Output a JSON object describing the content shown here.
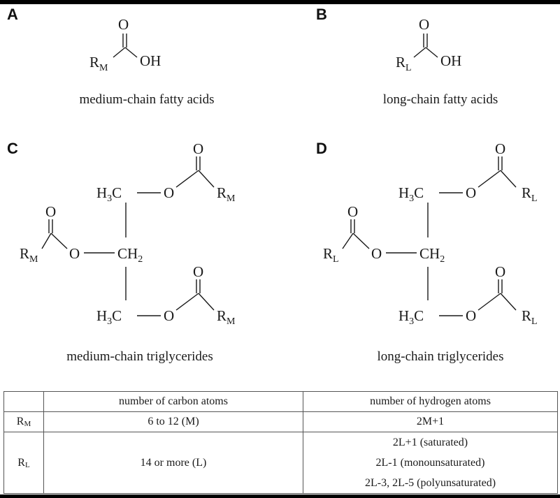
{
  "panels": [
    {
      "letter": "A",
      "caption": "medium-chain fatty acids"
    },
    {
      "letter": "B",
      "caption": "long-chain fatty acids"
    },
    {
      "letter": "C",
      "caption": "medium-chain triglycerides"
    },
    {
      "letter": "D",
      "caption": "long-chain triglycerides"
    }
  ],
  "atoms": {
    "O": "O",
    "OH": "OH",
    "R": "R",
    "H3C_H": "H",
    "H3C_3": "3",
    "H3C_C": "C",
    "CH2_CH": "CH",
    "CH2_2": "2",
    "M": "M",
    "L": "L"
  },
  "table": {
    "header": [
      "",
      "number of carbon atoms",
      "number of hydrogen atoms"
    ],
    "rows": [
      {
        "label": "R",
        "sub": "M",
        "carbon": "6 to 12 (M)",
        "hydrogen": [
          "2M+1"
        ]
      },
      {
        "label": "R",
        "sub": "L",
        "carbon": "14 or more (L)",
        "hydrogen": [
          "2L+1 (saturated)",
          "2L-1 (monounsaturated)",
          "2L-3, 2L-5 (polyunsaturated)"
        ]
      }
    ]
  }
}
